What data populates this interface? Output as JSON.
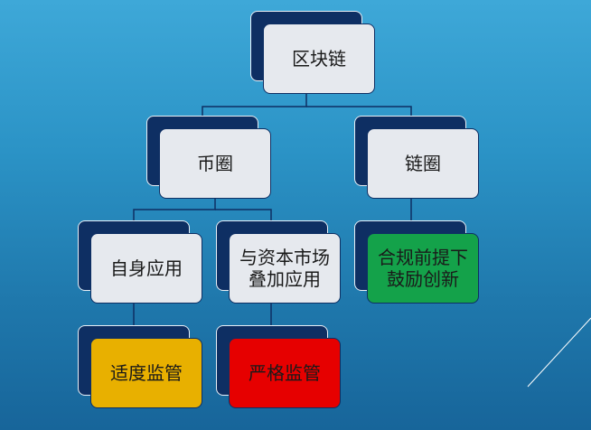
{
  "diagram": {
    "root": {
      "label": "区块链"
    },
    "coin_circle": {
      "label": "币圈"
    },
    "chain_circle": {
      "label": "链圈"
    },
    "self_application": {
      "label": "自身应用"
    },
    "capital_market": {
      "line1": "与资本市场",
      "line2": "叠加应用"
    },
    "compliance": {
      "line1": "合规前提下",
      "line2": "鼓励创新"
    },
    "moderate_regulation": {
      "label": "适度监管"
    },
    "strict_regulation": {
      "label": "严格监管"
    }
  },
  "colors": {
    "background_top": "#3ea8d8",
    "background_bottom": "#17659a",
    "box_back": "#0e2f63",
    "box_front": "#e6e9ee",
    "green": "#14a24a",
    "yellow": "#e8b000",
    "red": "#e60000"
  }
}
